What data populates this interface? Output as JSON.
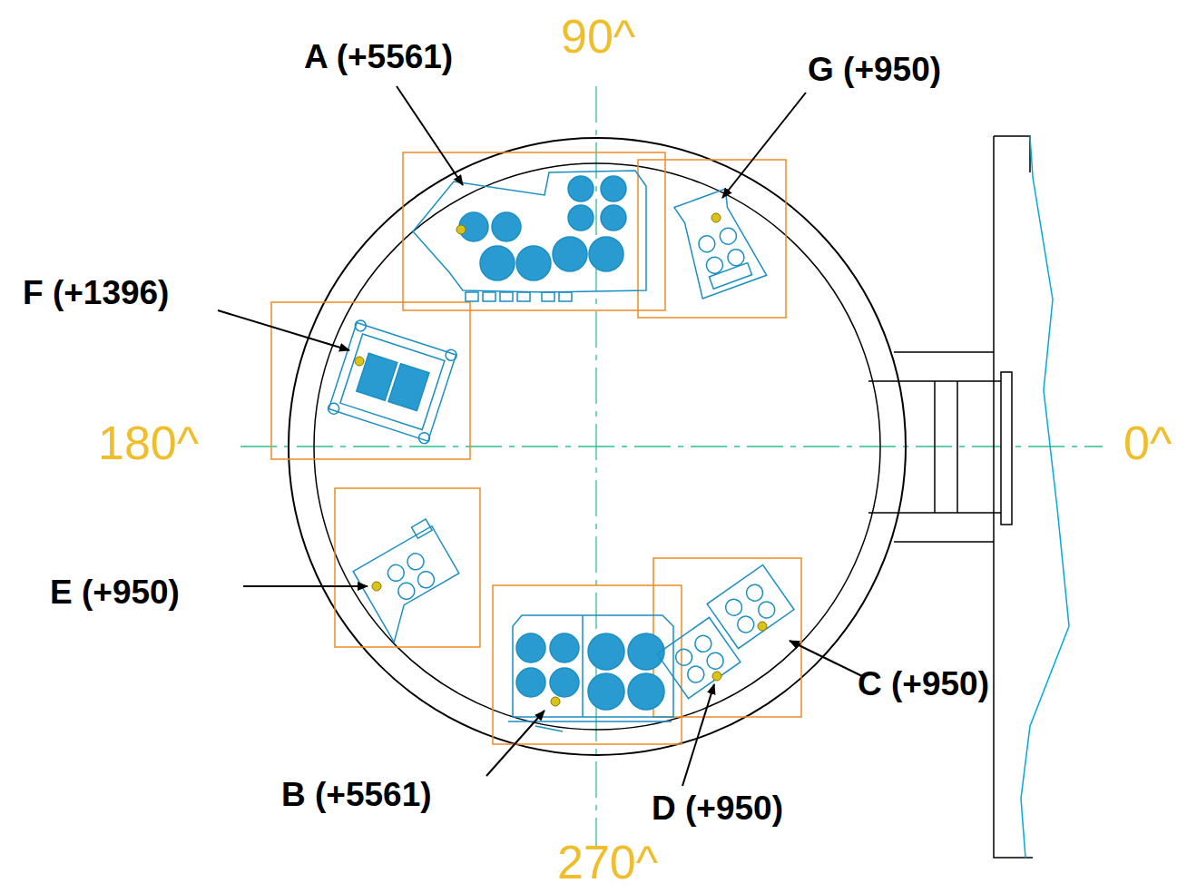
{
  "diagram": {
    "labels": [
      "A (+5561)",
      "G (+950)",
      "F (+1396)",
      "E (+950)",
      "B (+5561)",
      "D (+950)",
      "C (+950)",
      "90^",
      "180^",
      "0^",
      "270^"
    ]
  }
}
